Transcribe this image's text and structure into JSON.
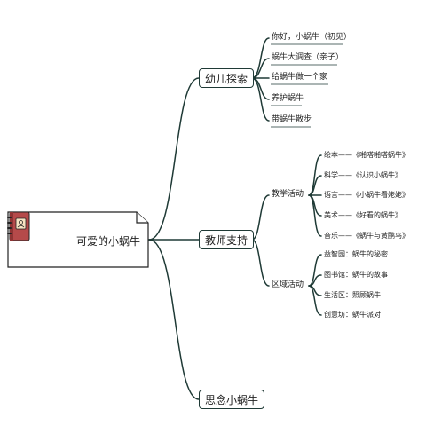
{
  "root": {
    "label": "可爱的小蜗牛",
    "icon": "notebook-icon"
  },
  "branches": {
    "explore": {
      "label": "幼儿探索",
      "items": [
        "你好，小蜗牛（初见）",
        "蜗牛大调查（亲子）",
        "给蜗牛做一个家",
        "养护蜗牛",
        "带蜗牛散步"
      ]
    },
    "teacher": {
      "label": "教师支持",
      "teaching": {
        "label": "教学活动",
        "items": [
          "绘本——《啪嗒啪嗒蜗牛》",
          "科学——《认识小蜗牛》",
          "语言——《小蜗牛看姥姥》",
          "美术——《好看的蜗牛》",
          "音乐——《蜗牛与黄鹂鸟》"
        ]
      },
      "area": {
        "label": "区域活动",
        "items": [
          "益智园：蜗牛的秘密",
          "图书馆：蜗牛的故事",
          "生活区：照顾蜗牛",
          "创意坊：蜗牛派对"
        ]
      }
    },
    "miss": {
      "label": "思念小蜗牛"
    }
  },
  "colors": {
    "line": "#1f3a36",
    "notebook": "#b54a4a",
    "card_border": "#222222"
  }
}
